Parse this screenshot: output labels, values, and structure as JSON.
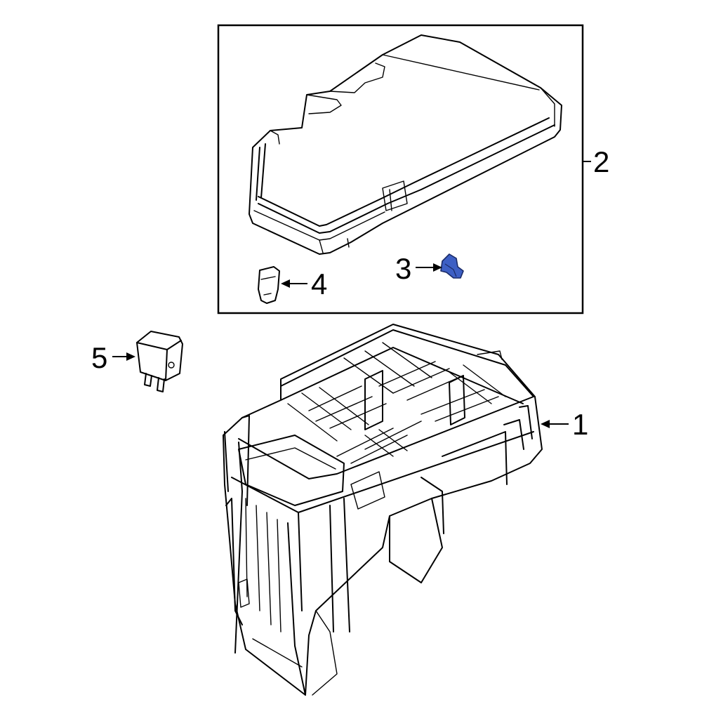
{
  "callouts": {
    "c1": "1",
    "c2": "2",
    "c3": "3",
    "c4": "4",
    "c5": "5"
  },
  "highlight_color": "#3d5fc4"
}
